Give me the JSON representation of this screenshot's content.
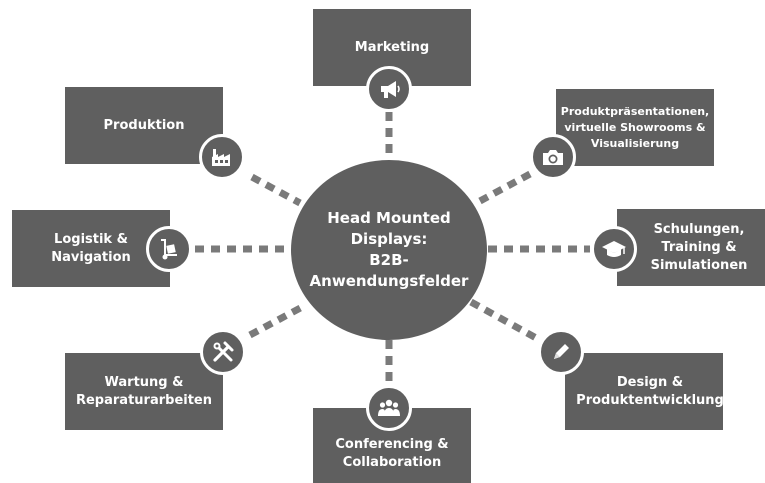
{
  "center": {
    "line1": "Head Mounted",
    "line2": "Displays:",
    "line3": "B2B-Anwendungsfelder"
  },
  "nodes": {
    "marketing": {
      "lines": [
        "Marketing"
      ],
      "icon": "megaphone-icon"
    },
    "produktion": {
      "lines": [
        "Produktion"
      ],
      "icon": "factory-icon"
    },
    "produktpraesentationen": {
      "lines": [
        "Produktpräsentationen,",
        "virtuelle Showrooms &",
        "Visualisierung"
      ],
      "icon": "camera-icon"
    },
    "logistik": {
      "lines": [
        "Logistik &",
        "Navigation"
      ],
      "icon": "hand-truck-icon"
    },
    "schulungen": {
      "lines": [
        "Schulungen,",
        "Training &",
        "Simulationen"
      ],
      "icon": "graduation-cap-icon"
    },
    "wartung": {
      "lines": [
        "Wartung &",
        "Reparaturarbeiten"
      ],
      "icon": "tools-icon"
    },
    "design": {
      "lines": [
        "Design &",
        "Produktentwicklung"
      ],
      "icon": "pencil-icon"
    },
    "conferencing": {
      "lines": [
        "Conferencing &",
        "Collaboration"
      ],
      "icon": "people-group-icon"
    }
  },
  "colors": {
    "box": "#5f5f5f",
    "connector": "#7a7a7a",
    "background": "#ffffff",
    "text": "#ffffff"
  }
}
